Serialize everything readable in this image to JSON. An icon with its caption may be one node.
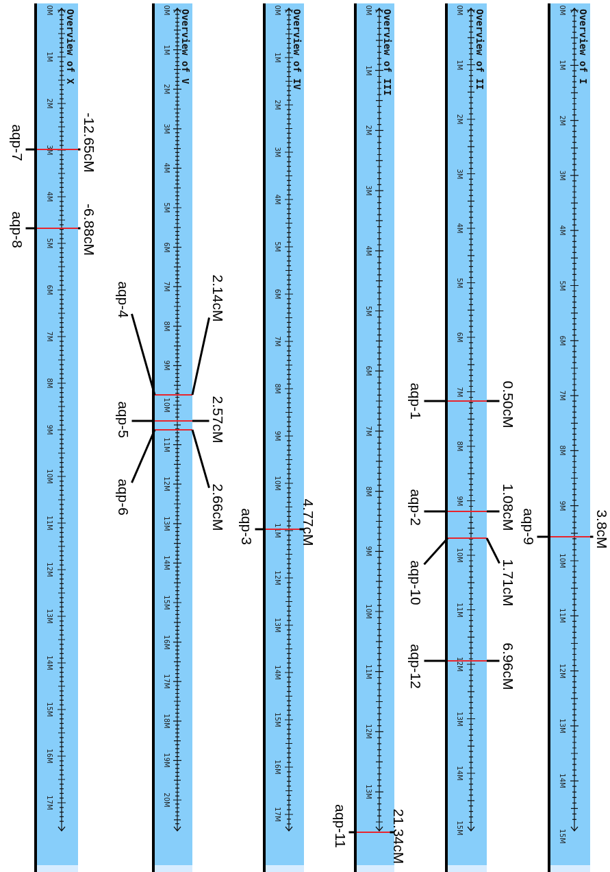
{
  "diagram": {
    "nodes": [
      {
        "text": [
          "Overview of I",
          "0M",
          "1M",
          "2M",
          "3M",
          "4M",
          "5M",
          "6M",
          "7M",
          "8M",
          "9M",
          "10M",
          "11M",
          "12M",
          "13M",
          "14M",
          "15M"
        ]
      },
      {
        "text": [],
        "shape": "bar",
        "in": 0
      },
      {
        "text": [
          "aqp-9"
        ]
      },
      {
        "text": [
          "3.8cM"
        ]
      },
      {
        "text": [
          "Overview of II",
          "0M",
          "1M",
          "2M",
          "3M",
          "4M",
          "5M",
          "6M",
          "7M",
          "8M",
          "9M",
          "10M",
          "11M",
          "12M",
          "13M",
          "14M",
          "15M"
        ]
      },
      {
        "text": [],
        "shape": "bar",
        "in": 4
      },
      {
        "text": [
          "aqp-1"
        ]
      },
      {
        "text": [
          "0.50cM"
        ]
      },
      {
        "text": [],
        "shape": "bar",
        "in": 4
      },
      {
        "text": [
          "aqp-2"
        ]
      },
      {
        "text": [
          "1.08cM"
        ]
      },
      {
        "text": [],
        "shape": "bar",
        "in": 4
      },
      {
        "text": [
          "aqp-10"
        ]
      },
      {
        "text": [
          "1.71cM"
        ]
      },
      {
        "text": [],
        "shape": "bar",
        "in": 4
      },
      {
        "text": [
          "aqp-12"
        ]
      },
      {
        "text": [
          "6.96cM"
        ]
      },
      {
        "text": [
          "Overview of III",
          "0M",
          "1M",
          "2M",
          "3M",
          "4M",
          "5M",
          "6M",
          "7M",
          "8M",
          "9M",
          "10M",
          "11M",
          "12M",
          "13M"
        ]
      },
      {
        "text": [],
        "shape": "bar",
        "in": 17
      },
      {
        "text": [
          "aqp-11"
        ]
      },
      {
        "text": [
          "21.34cM"
        ]
      },
      {
        "text": [
          "Overview of IV",
          "0M",
          "1M",
          "2M",
          "3M",
          "4M",
          "5M",
          "6M",
          "7M",
          "8M",
          "9M",
          "10M",
          "11M",
          "12M",
          "13M",
          "14M",
          "15M",
          "16M",
          "17M"
        ]
      },
      {
        "text": [],
        "shape": "bar",
        "in": 21
      },
      {
        "text": [
          "aqp-3"
        ]
      },
      {
        "text": [
          "4.77cM"
        ]
      },
      {
        "text": [
          "Overview of V",
          "0M",
          "1M",
          "2M",
          "3M",
          "4M",
          "5M",
          "6M",
          "7M",
          "8M",
          "9M",
          "10M",
          "11M",
          "12M",
          "13M",
          "14M",
          "15M",
          "16M",
          "17M",
          "18M",
          "19M",
          "20M"
        ]
      },
      {
        "text": [],
        "shape": "bar",
        "in": 25
      },
      {
        "text": [
          "aqp-4"
        ]
      },
      {
        "text": [
          "2.14cM"
        ]
      },
      {
        "text": [],
        "shape": "bar",
        "in": 25
      },
      {
        "text": [
          "aqp-5"
        ]
      },
      {
        "text": [
          "2.57cM"
        ]
      },
      {
        "text": [],
        "shape": "bar",
        "in": 25
      },
      {
        "text": [
          "aqp-6"
        ]
      },
      {
        "text": [
          "2.66cM"
        ]
      },
      {
        "text": [
          "Overview of X",
          "0M",
          "1M",
          "2M",
          "3M",
          "4M",
          "5M",
          "6M",
          "7M",
          "8M",
          "9M",
          "10M",
          "11M",
          "12M",
          "13M",
          "14M",
          "15M",
          "16M",
          "17M"
        ]
      },
      {
        "text": [],
        "shape": "bar",
        "in": 35
      },
      {
        "text": [
          "aqp-7"
        ]
      },
      {
        "text": [
          "-12.65cM"
        ]
      },
      {
        "text": [],
        "shape": "bar",
        "in": 35
      },
      {
        "text": [
          "aqp-8"
        ]
      },
      {
        "text": [
          "-6.88cM"
        ]
      }
    ],
    "edges": [
      {
        "from": 2,
        "to": 1,
        "arrow": "none"
      },
      {
        "from": 3,
        "to": 1,
        "arrow": "none"
      },
      {
        "from": 6,
        "to": 5,
        "arrow": "none"
      },
      {
        "from": 7,
        "to": 5,
        "arrow": "none"
      },
      {
        "from": 9,
        "to": 8,
        "arrow": "none"
      },
      {
        "from": 10,
        "to": 8,
        "arrow": "none"
      },
      {
        "from": 12,
        "to": 11,
        "arrow": "none"
      },
      {
        "from": 13,
        "to": 11,
        "arrow": "none"
      },
      {
        "from": 15,
        "to": 14,
        "arrow": "none"
      },
      {
        "from": 16,
        "to": 14,
        "arrow": "none"
      },
      {
        "from": 19,
        "to": 18,
        "arrow": "none"
      },
      {
        "from": 20,
        "to": 18,
        "arrow": "none"
      },
      {
        "from": 23,
        "to": 22,
        "arrow": "none"
      },
      {
        "from": 24,
        "to": 22,
        "arrow": "none"
      },
      {
        "from": 27,
        "to": 26,
        "arrow": "none"
      },
      {
        "from": 28,
        "to": 26,
        "arrow": "none"
      },
      {
        "from": 30,
        "to": 29,
        "arrow": "none"
      },
      {
        "from": 31,
        "to": 29,
        "arrow": "none"
      },
      {
        "from": 33,
        "to": 32,
        "arrow": "none"
      },
      {
        "from": 34,
        "to": 32,
        "arrow": "none"
      },
      {
        "from": 37,
        "to": 36,
        "arrow": "none"
      },
      {
        "from": 38,
        "to": 36,
        "arrow": "none"
      },
      {
        "from": 40,
        "to": 39,
        "arrow": "none"
      },
      {
        "from": 41,
        "to": 39,
        "arrow": "none"
      }
    ]
  }
}
